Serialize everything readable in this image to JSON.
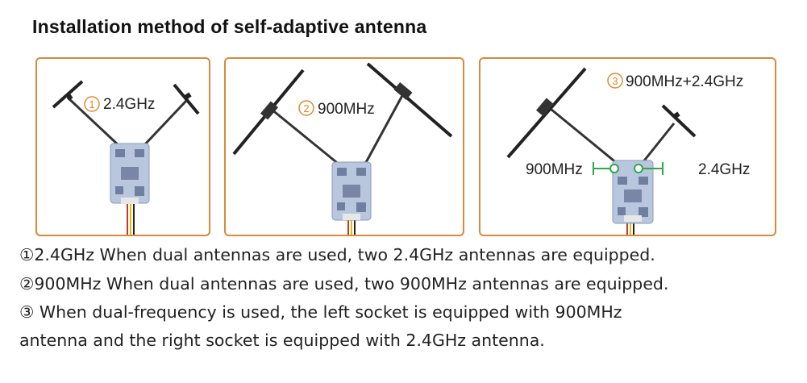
{
  "title": "Installation method of self-adaptive antenna",
  "panels": [
    {
      "number": "1",
      "label": "2.4GHz"
    },
    {
      "number": "2",
      "label": "900MHz"
    },
    {
      "number": "3",
      "label": "900MHz+2.4GHz",
      "left_label": "900MHz",
      "right_label": "2.4GHz"
    }
  ],
  "notes": [
    "①2.4GHz When dual antennas are used, two 2.4GHz antennas are equipped.",
    "②900MHz When dual antennas are used, two 900MHz antennas are equipped.",
    "③ When dual-frequency is used, the left socket is equipped with 900MHz",
    "antenna and the right socket is equipped with 2.4GHz antenna."
  ],
  "colors": {
    "border": "#d68a3a",
    "accent": "#e08a2e",
    "bracket": "#2ea84a"
  }
}
